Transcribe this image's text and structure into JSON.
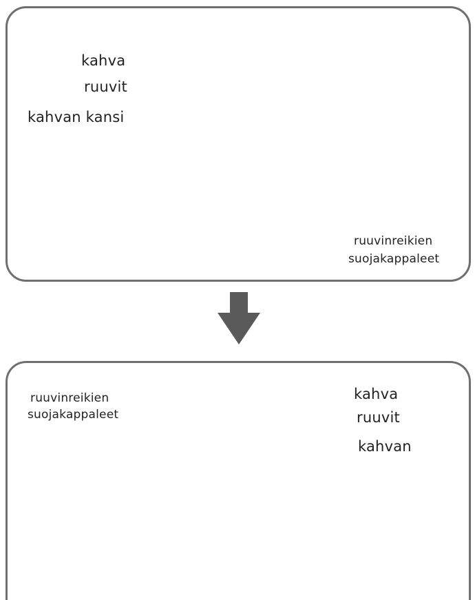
{
  "top_panel": {
    "label_handle": "kahva",
    "label_screws": "ruuvit",
    "label_handle_cover": "kahvan kansi",
    "label_plugs_line1": "ruuvinreikien",
    "label_plugs_line2": "suojakappaleet"
  },
  "arrow": {
    "color": "#5a5a5a"
  },
  "bottom_panel": {
    "label_plugs_line1": "ruuvinreikien",
    "label_plugs_line2": "suojakappaleet",
    "label_handle": "kahva",
    "label_screws": "ruuvit",
    "label_handle_cover": "kahvan"
  }
}
